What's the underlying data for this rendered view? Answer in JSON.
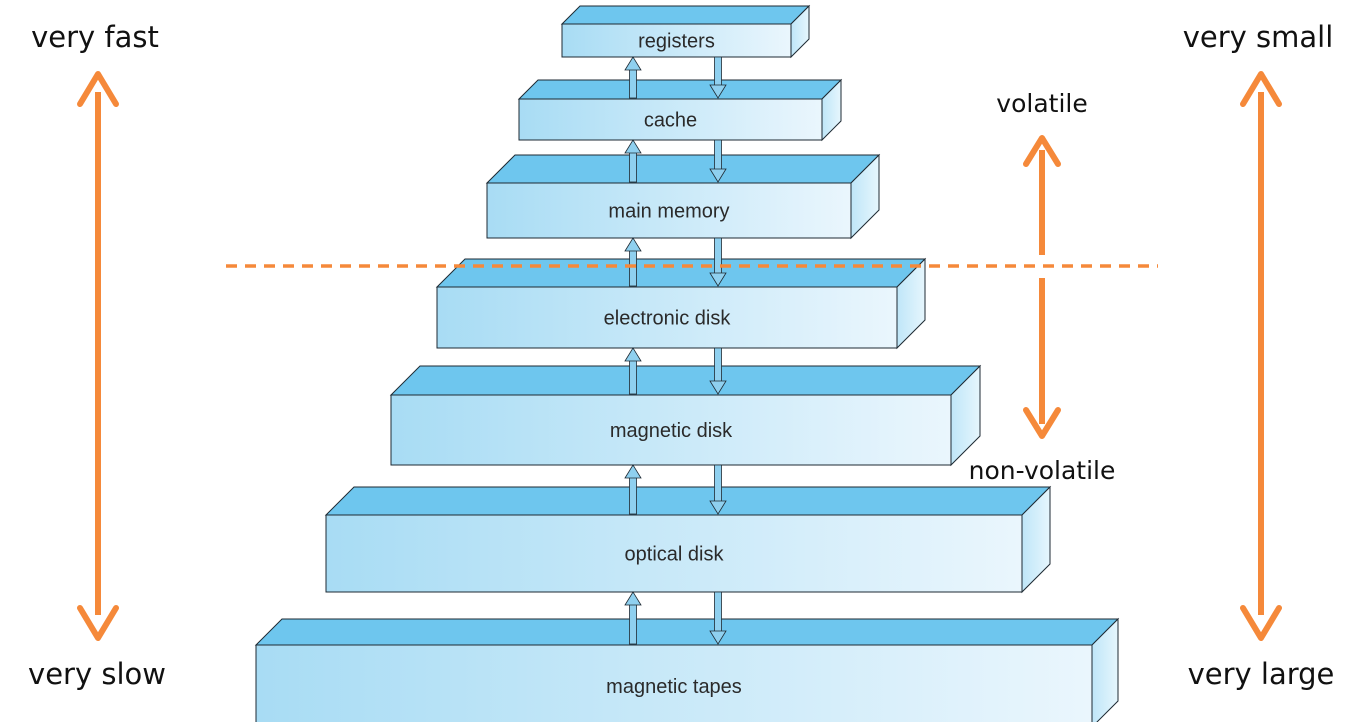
{
  "levels": [
    {
      "label": "registers"
    },
    {
      "label": "cache"
    },
    {
      "label": "main memory"
    },
    {
      "label": "electronic disk"
    },
    {
      "label": "magnetic disk"
    },
    {
      "label": "optical disk"
    },
    {
      "label": "magnetic tapes"
    }
  ],
  "speed_axis": {
    "top": "very fast",
    "bottom": "very slow"
  },
  "size_axis": {
    "top": "very small",
    "bottom": "very large"
  },
  "volatility": {
    "above": "volatile",
    "below": "non-volatile"
  },
  "colors": {
    "accent": "#f5893a",
    "box_front_light": "#eaf6fd",
    "box_front_dark": "#a8dcf4",
    "box_top": "#6ec6ee",
    "box_side": "#c6e9f8",
    "box_stroke": "#1e2a33",
    "transfer_arrow": "#8fd0ef"
  }
}
